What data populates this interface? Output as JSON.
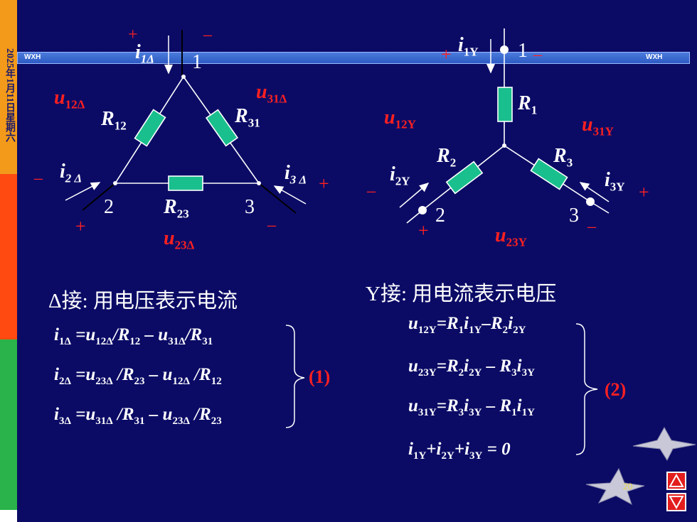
{
  "sidebar": {
    "date": "2025年1月11日星期六"
  },
  "header": {
    "left_tag": "WXH",
    "right_tag": "WXH"
  },
  "delta": {
    "node1": "1",
    "node2": "2",
    "node3": "3",
    "R12": "R",
    "R12_sub": "12",
    "R31": "R",
    "R31_sub": "31",
    "R23": "R",
    "R23_sub": "23",
    "u12": "u",
    "u12_sub": "12Δ",
    "u31": "u",
    "u31_sub": "31Δ",
    "u23": "u",
    "u23_sub": "23Δ",
    "i1": "i",
    "i1_sub": "1Δ",
    "i2": "i",
    "i2_sub": "2 Δ",
    "i3": "i",
    "i3_sub": "3 Δ",
    "plus": "+",
    "minus": "–"
  },
  "wye": {
    "node1": "1",
    "node2": "2",
    "node3": "3",
    "R1": "R",
    "R1_sub": "1",
    "R2": "R",
    "R2_sub": "2",
    "R3": "R",
    "R3_sub": "3",
    "u12": "u",
    "u12_sub": "12Y",
    "u31": "u",
    "u31_sub": "31Y",
    "u23": "u",
    "u23_sub": "23Y",
    "i1": "i",
    "i1_sub": "1Y",
    "i2": "i",
    "i2_sub": "2Y",
    "i3": "i",
    "i3_sub": "3Y"
  },
  "text": {
    "delta_heading": "Δ接: 用电压表示电流",
    "wye_heading": "Y接: 用电流表示电压",
    "eq_num_1": "(1)",
    "eq_num_2": "(2)",
    "page_number": "20"
  },
  "equations_delta": [
    {
      "parts": [
        [
          "i",
          ""
        ],
        [
          "1Δ",
          "sub"
        ],
        [
          " =u",
          ""
        ],
        [
          "12Δ",
          "sub"
        ],
        [
          "/R",
          ""
        ],
        [
          "12",
          "sub"
        ],
        [
          " – u",
          ""
        ],
        [
          "31Δ",
          "sub"
        ],
        [
          "/R",
          ""
        ],
        [
          "31",
          "sub"
        ]
      ]
    },
    {
      "parts": [
        [
          "i",
          ""
        ],
        [
          "2Δ",
          "sub"
        ],
        [
          " =u",
          ""
        ],
        [
          "23Δ",
          "sub"
        ],
        [
          " /R",
          ""
        ],
        [
          "23",
          "sub"
        ],
        [
          " – u",
          ""
        ],
        [
          "12Δ",
          "sub"
        ],
        [
          " /R",
          ""
        ],
        [
          "12",
          "sub"
        ]
      ]
    },
    {
      "parts": [
        [
          "i",
          ""
        ],
        [
          "3Δ",
          "sub"
        ],
        [
          " =u",
          ""
        ],
        [
          "31Δ",
          "sub"
        ],
        [
          " /R",
          ""
        ],
        [
          "31",
          "sub"
        ],
        [
          " – u",
          ""
        ],
        [
          "23Δ",
          "sub"
        ],
        [
          " /R",
          ""
        ],
        [
          "23",
          "sub"
        ]
      ]
    }
  ],
  "equations_wye": [
    {
      "parts": [
        [
          "u",
          ""
        ],
        [
          "12Y",
          "sub"
        ],
        [
          "=R",
          ""
        ],
        [
          "1",
          "sub"
        ],
        [
          "i",
          ""
        ],
        [
          "1Y",
          "sub"
        ],
        [
          "–R",
          ""
        ],
        [
          "2",
          "sub"
        ],
        [
          "i",
          ""
        ],
        [
          "2Y",
          "sub"
        ]
      ]
    },
    {
      "parts": [
        [
          "u",
          ""
        ],
        [
          "23Y",
          "sub"
        ],
        [
          "=R",
          ""
        ],
        [
          "2",
          "sub"
        ],
        [
          "i",
          ""
        ],
        [
          "2Y",
          "sub"
        ],
        [
          " – R",
          ""
        ],
        [
          "3",
          "sub"
        ],
        [
          "i",
          ""
        ],
        [
          "3Y",
          "sub"
        ]
      ]
    },
    {
      "parts": [
        [
          "u",
          ""
        ],
        [
          "31Y",
          "sub"
        ],
        [
          "=R",
          ""
        ],
        [
          "3",
          "sub"
        ],
        [
          "i",
          ""
        ],
        [
          "3Y",
          "sub"
        ],
        [
          " – R",
          ""
        ],
        [
          "1",
          "sub"
        ],
        [
          "i",
          ""
        ],
        [
          "1Y",
          "sub"
        ]
      ]
    },
    {
      "parts": [
        [
          "i",
          ""
        ],
        [
          "1Y",
          "sub"
        ],
        [
          "+i",
          ""
        ],
        [
          "2Y",
          "sub"
        ],
        [
          "+i",
          ""
        ],
        [
          "3Y",
          "sub"
        ],
        [
          " = 0",
          ""
        ]
      ]
    }
  ],
  "colors": {
    "background": "#0b0b66",
    "resistor": "#1abf8e",
    "label_red": "#ff2020",
    "text_white": "#ffffff"
  },
  "icons": [
    "star-icon",
    "star-icon",
    "up-triangle-icon",
    "down-triangle-icon"
  ]
}
